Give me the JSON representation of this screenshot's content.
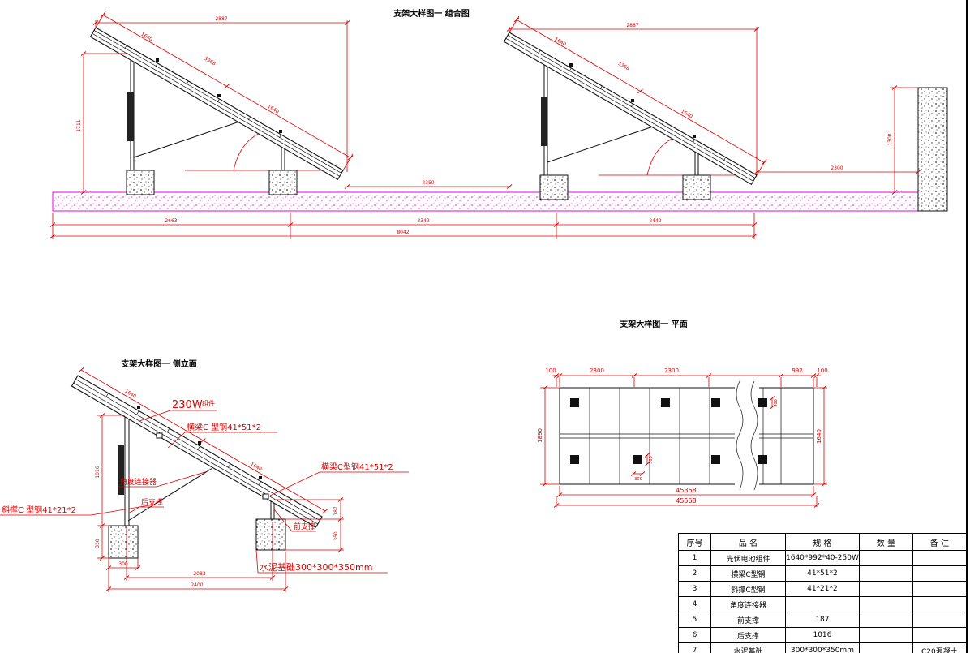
{
  "assembly": {
    "title": "支架大样图一 组合图",
    "dims": {
      "top_span1": "2887",
      "top_span2": "2887",
      "panel_seg1": "1640",
      "panel_seg2": "1640",
      "panel_total": "3368",
      "left_height": "1711",
      "gap": "2350",
      "bottom1": "2663",
      "bottom2": "3342",
      "bottom3": "2442",
      "bottom_total": "8042",
      "wall_dist": "2300",
      "wall_height": "1300"
    }
  },
  "side": {
    "title": "支架大样图一 侧立面",
    "labels": {
      "module_w": "230W",
      "module": "组件",
      "beam_top": "横梁C 型钢41*51*2",
      "beam_front": "横梁C型钢41*51*2",
      "brace": "斜撑C 型钢41*21*2",
      "connector": "角度连接器",
      "rear_support": "后支撑",
      "front_support": "前支撑",
      "foundation": "水泥基础300*300*350mm"
    },
    "dims": {
      "seg1": "1640",
      "seg2": "1640",
      "rear_h": "1016",
      "rear_fd": "350",
      "rear_fw": "300",
      "front_h": "187",
      "front_fd": "350",
      "span": "2083",
      "total": "2400"
    }
  },
  "plan": {
    "title": "支架大样图一 平面",
    "dims": {
      "m_left": "100",
      "c1": "2300",
      "c2": "2300",
      "mod_w": "992",
      "m_right": "100",
      "height_l": "1890",
      "height_r": "1640",
      "total_in": "45368",
      "total_out": "45568",
      "pad": "300"
    }
  },
  "table": {
    "headers": [
      "序号",
      "品 名",
      "规 格",
      "数 量",
      "备 注"
    ],
    "rows": [
      [
        "1",
        "光伏电池组件",
        "1640*992*40-250W",
        "",
        ""
      ],
      [
        "2",
        "横梁C型钢",
        "41*51*2",
        "",
        ""
      ],
      [
        "3",
        "斜撑C型钢",
        "41*21*2",
        "",
        ""
      ],
      [
        "4",
        "角度连接器",
        "",
        "",
        ""
      ],
      [
        "5",
        "前支撑",
        "187",
        "",
        ""
      ],
      [
        "6",
        "后支撑",
        "1016",
        "",
        ""
      ],
      [
        "7",
        "水泥基础",
        "300*300*350mm",
        "",
        "C20混凝土"
      ]
    ]
  }
}
